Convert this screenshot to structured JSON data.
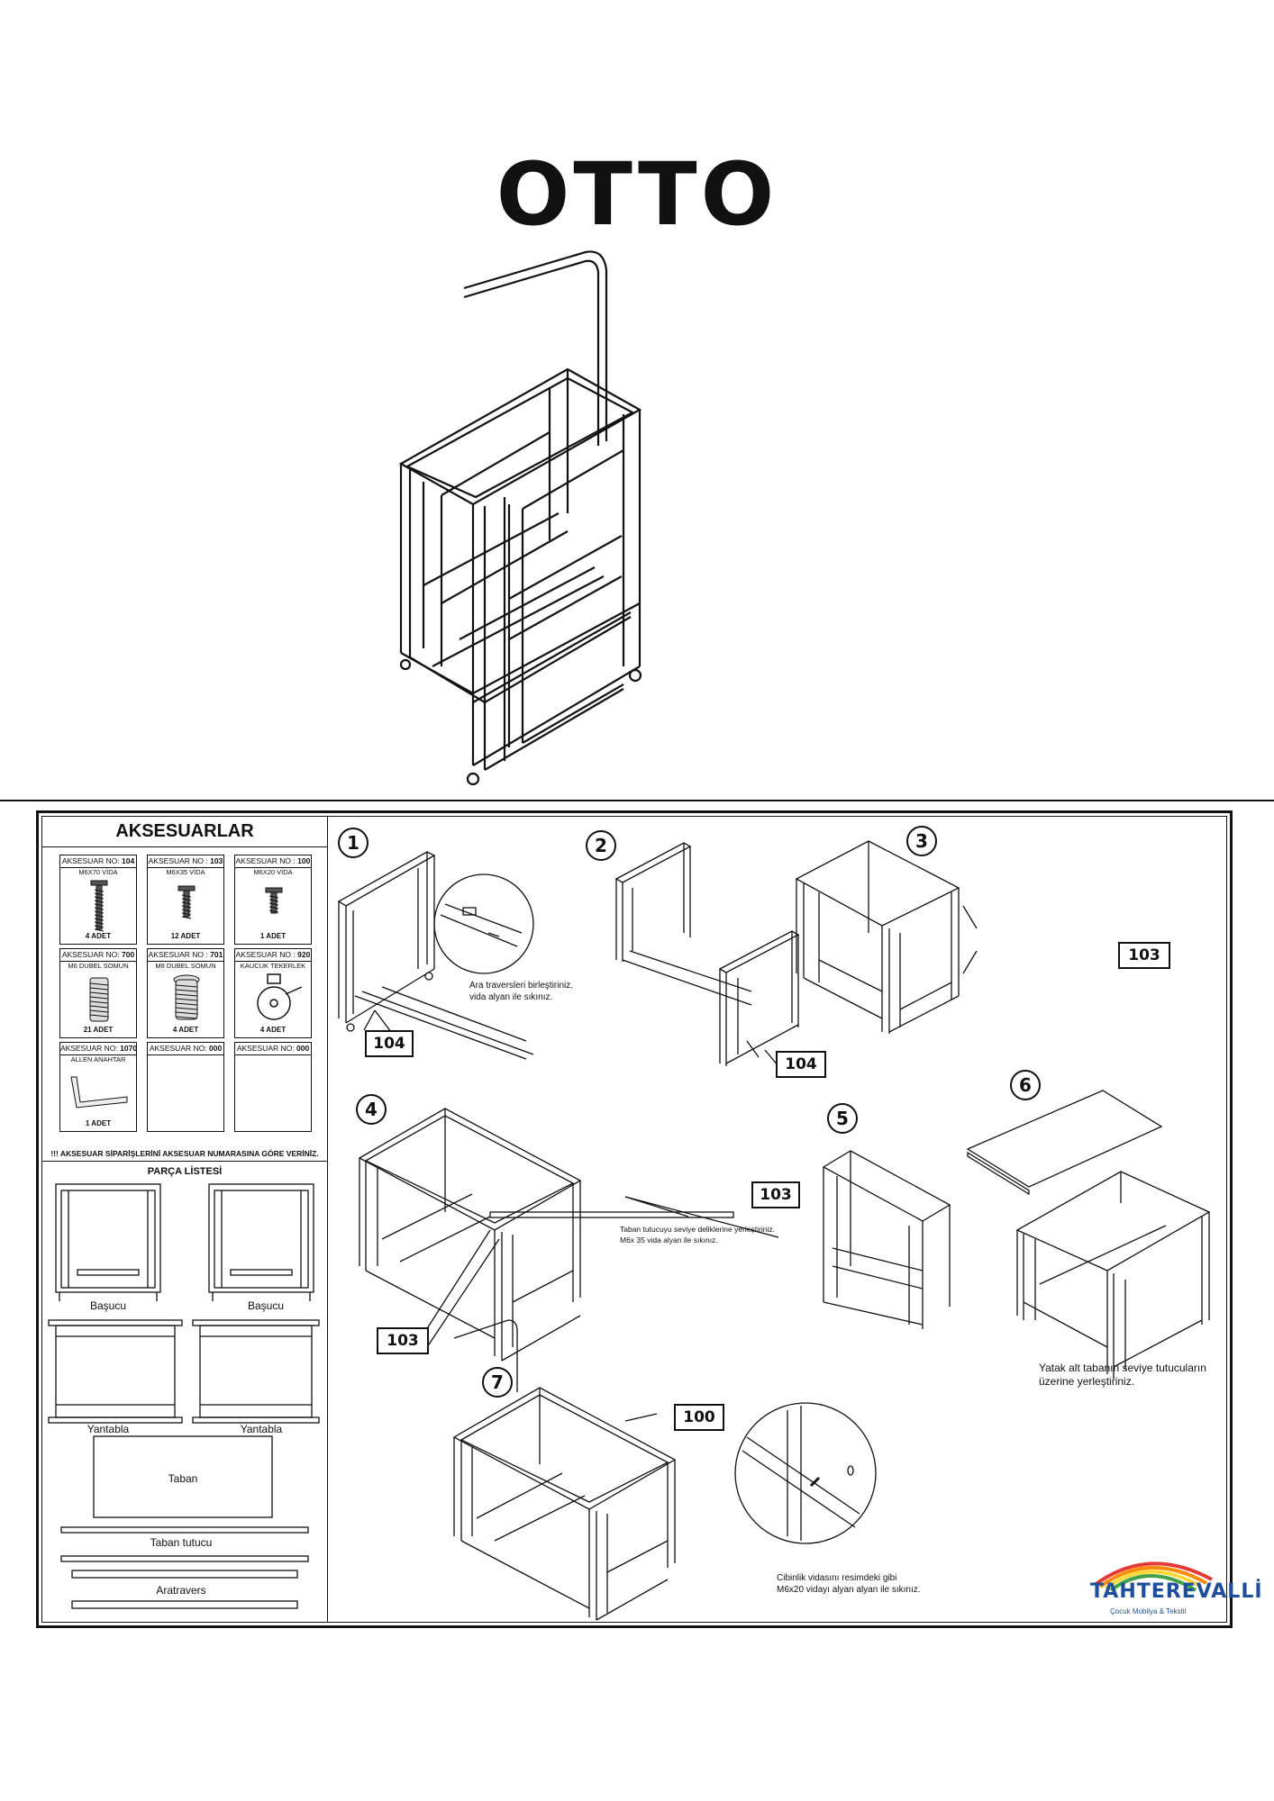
{
  "title": "OTTO",
  "accessories": {
    "heading": "AKSESUARLAR",
    "items": [
      {
        "no_label": "AKSESUAR NO:",
        "no": "104",
        "name": "M6X70 VİDA",
        "qty": "4 ADET",
        "icon": "long-screw-icon"
      },
      {
        "no_label": "AKSESUAR NO :",
        "no": "103",
        "name": "M6X35 VİDA",
        "qty": "12 ADET",
        "icon": "medium-screw-icon"
      },
      {
        "no_label": "AKSESUAR NO :",
        "no": "100",
        "name": "M6X20 VİDA",
        "qty": "1 ADET",
        "icon": "short-screw-icon"
      },
      {
        "no_label": "AKSESUAR NO:",
        "no": "700",
        "name": "M6 DUBEL SOMUN",
        "qty": "21 ADET",
        "icon": "dowel-nut-icon"
      },
      {
        "no_label": "AKSESUAR NO :",
        "no": "701",
        "name": "M8 DUBEL SOMUN",
        "qty": "4 ADET",
        "icon": "large-dowel-nut-icon"
      },
      {
        "no_label": "AKSESUAR NO :",
        "no": "920",
        "name": "KAUCUK TEKERLEK",
        "qty": "4 ADET",
        "icon": "caster-wheel-icon"
      },
      {
        "no_label": "AKSESUAR NO:",
        "no": "1070",
        "name": "ALLEN ANAHTAR",
        "qty": "1 ADET",
        "icon": "allen-key-icon"
      },
      {
        "no_label": "AKSESUAR NO:",
        "no": "000",
        "name": "",
        "qty": "",
        "icon": ""
      },
      {
        "no_label": "AKSESUAR NO:",
        "no": "000",
        "name": "",
        "qty": "",
        "icon": ""
      }
    ],
    "warning": "!!! AKSESUAR SİPARİŞLERİNİ AKSESUAR NUMARASINA GÖRE VERİNİZ."
  },
  "parts": {
    "heading": "PARÇA LİSTESİ",
    "labels": {
      "headboard_left": "Başucu",
      "headboard_right": "Başucu",
      "side_left": "Yantabla",
      "side_right": "Yantabla",
      "base": "Taban",
      "base_holder": "Taban tutucu",
      "crossbar": "Aratravers"
    }
  },
  "steps": {
    "s1": {
      "number": "1",
      "badge": "104",
      "note": "Ara traversleri birleştiriniz.\nvida alyan ile sıkınız."
    },
    "s2": {
      "number": "2",
      "badge": "104"
    },
    "s3": {
      "number": "3",
      "badge": "103"
    },
    "s4": {
      "number": "4",
      "badge": "103"
    },
    "s5": {
      "number": "5",
      "badge": "103",
      "note": "Taban tutucuyu seviye deliklerine yerleştiriniz.\nM6x 35 vida alyan ile sıkınız."
    },
    "s6": {
      "number": "6",
      "note": "Yatak alt tabanın seviye tutucuların\nüzerine yerleştiriniz."
    },
    "s7": {
      "number": "7",
      "badge": "100",
      "note": "Cibinlik  vidasını  resimdeki gibi\nM6x20 vidayı alyan alyan ile sıkınız."
    }
  },
  "brand": {
    "name": "TAHTEREVALLİ",
    "tagline": "Çocuk Mobilya & Tekstil",
    "colors": [
      "#e53935",
      "#fb8c00",
      "#fdd835",
      "#43a047",
      "#1e88e5",
      "#8e24aa"
    ],
    "text_color": "#1d4f9c"
  }
}
